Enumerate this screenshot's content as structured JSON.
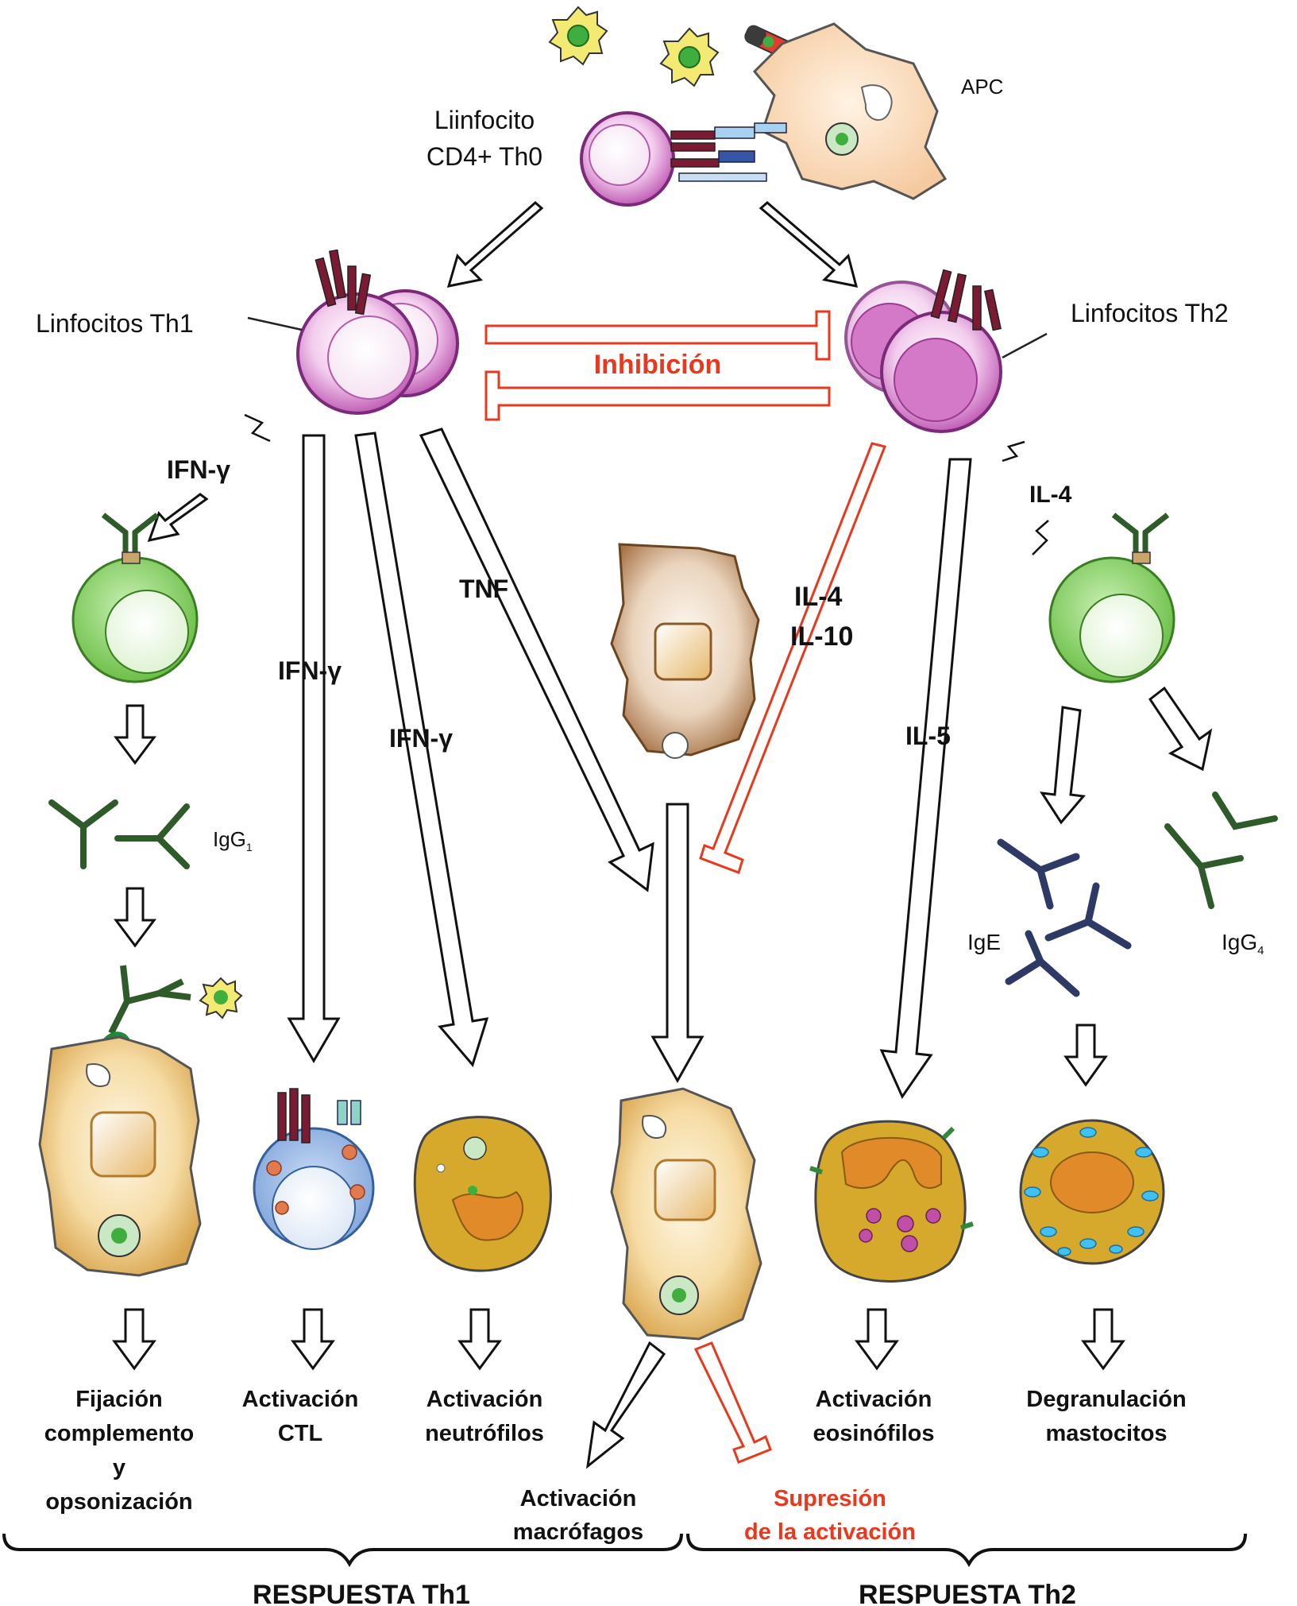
{
  "top": {
    "apc_label": "APC",
    "th0_label_line1": "Liinfocito",
    "th0_label_line2": "CD4+ Th0"
  },
  "th1": {
    "label": "Linfocitos Th1",
    "cytokines": {
      "ifn_small": "IFN-γ",
      "ifn_ctl": "IFN-γ",
      "ifn_neutro": "IFN-γ",
      "tnf": "TNF"
    },
    "igg1_label": "IgG",
    "igg1_sub": "1",
    "outcomes": {
      "fijacion_line1": "Fijación",
      "fijacion_line2": "complemento",
      "fijacion_line3": "y",
      "fijacion_line4": "opsonización",
      "ctl_line1": "Activación",
      "ctl_line2": "CTL",
      "neutro_line1": "Activación",
      "neutro_line2": "neutrófilos",
      "macro_line1": "Activación",
      "macro_line2": "macrófagos"
    },
    "response_label": "RESPUESTA Th1"
  },
  "th2": {
    "label": "Linfocitos Th2",
    "cytokines": {
      "il4_small": "IL-4",
      "il4_red": "IL-4",
      "il10_red": "IL-10",
      "il5": "IL-5"
    },
    "ige_label": "IgE",
    "igg4_label": "IgG",
    "igg4_sub": "4",
    "outcomes": {
      "eosino_line1": "Activación",
      "eosino_line2": "eosinófilos",
      "masto_line1": "Degranulación",
      "masto_line2": "mastocitos",
      "supresion_line1": "Supresión",
      "supresion_line2": "de la activación"
    },
    "response_label": "RESPUESTA Th2"
  },
  "inhibition_label": "Inhibición",
  "colors": {
    "th_pink": "#d98ad0",
    "b_green": "#8fd36b",
    "macro_tan": "#f0c77a",
    "ctl_blue": "#8fb3e3",
    "inhibit_red": "#e8391f",
    "antibody_dark": "#2f5b2a",
    "ige_navy": "#2d3a66"
  }
}
